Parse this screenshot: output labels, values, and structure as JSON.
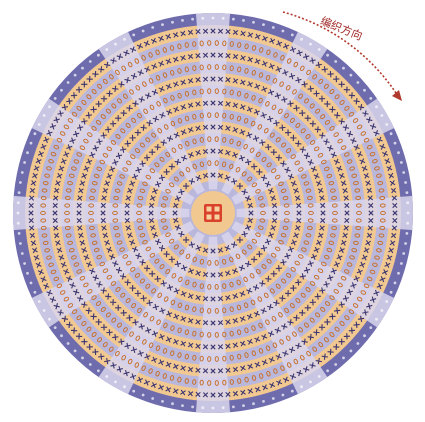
{
  "diagram": {
    "type": "circular-crochet-chart",
    "direction_label": "编织方向",
    "colors": {
      "purple_round": "#6f6cae",
      "purple_light": "#b9b7dc",
      "orange_round": "#f2c891",
      "panel_light": "#d9d6ec",
      "symbol_dark": "#3a3470",
      "symbol_orange": "#c7722c",
      "center_red": "#d9412b",
      "direction_arrow": "#b13a2e"
    },
    "segments": 12,
    "symbols": [
      "x-stitch-icon",
      "double-crochet-icon",
      "chain-icon"
    ]
  }
}
